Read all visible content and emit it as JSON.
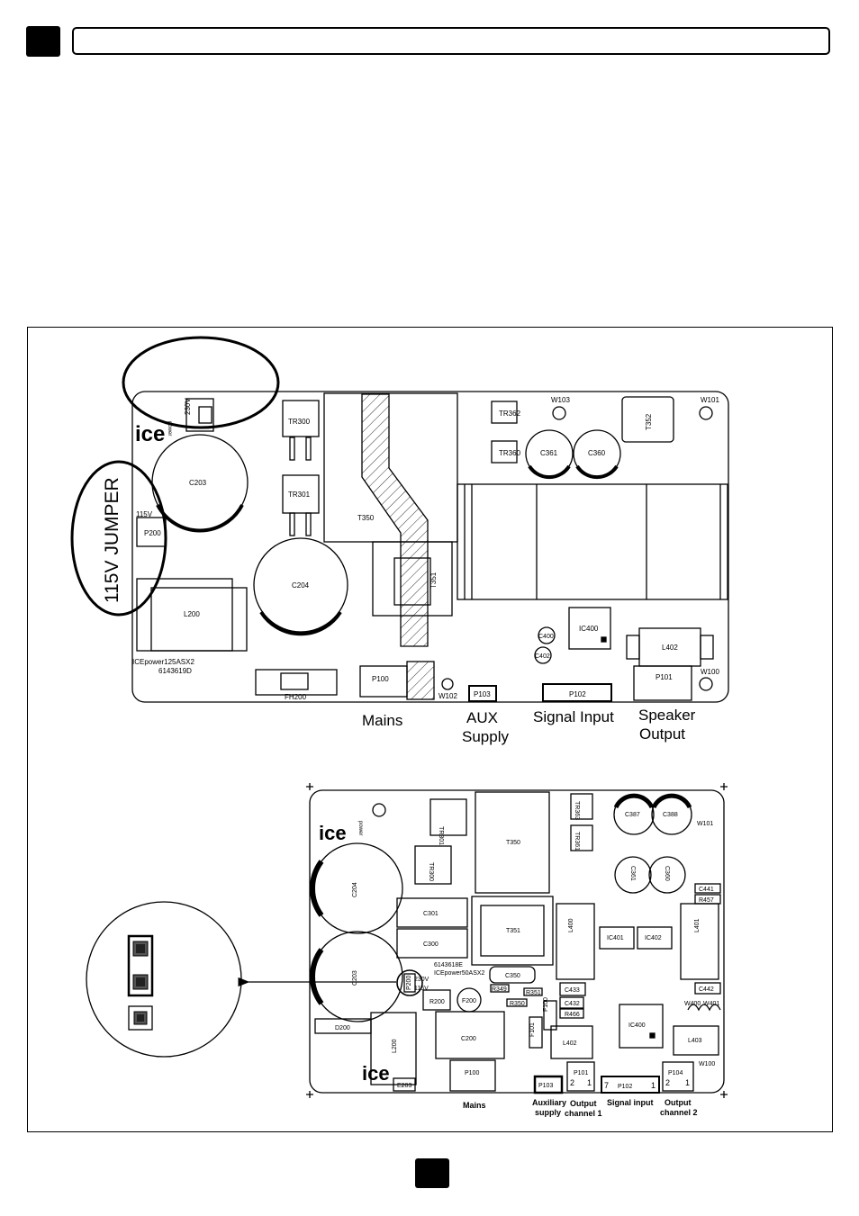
{
  "top_board": {
    "labels": {
      "c203": "C203",
      "tr300": "TR300",
      "tr301": "TR301",
      "t350": "T350",
      "t351": "T351",
      "tr362": "TR362",
      "tr360": "TR360",
      "c361": "C361",
      "c360": "C360",
      "t352": "T352",
      "w103": "W103",
      "w101": "W101",
      "w102": "W102",
      "w100": "W100",
      "p200": "P200",
      "v230": "230V",
      "v115": "115V",
      "c204": "C204",
      "l200": "L200",
      "ic400": "IC400",
      "c400": "C400",
      "c402": "C402",
      "l402": "L402",
      "model": "ICEpower125ASX2",
      "part": "6143619D",
      "fh200": "FH200",
      "p100": "P100",
      "p103": "P103",
      "p102": "P102",
      "p101": "P101"
    },
    "logo": "ice",
    "logo_sub": "power",
    "jumper_callout": "115V JUMPER",
    "connector_labels": {
      "mains": "Mains",
      "aux_line1": "AUX",
      "aux_line2": "Supply",
      "signal": "Signal Input",
      "speaker_line1": "Speaker",
      "speaker_line2": "Output"
    }
  },
  "bottom_board": {
    "labels": {
      "tr301": "TR301",
      "tr300": "TR300",
      "t350": "T350",
      "t351": "T351",
      "tr363": "TR363",
      "tr361": "TR361",
      "c387": "C387",
      "c388": "C388",
      "c361": "C361",
      "c360": "C360",
      "w101": "W101",
      "c441": "C441",
      "r457": "R457",
      "c204": "C204",
      "c203": "C203",
      "c301": "C301",
      "c300": "C300",
      "l400": "L400",
      "l401": "L401",
      "ic401": "IC401",
      "ic402": "IC402",
      "part": "6143618E",
      "model": "ICEpower50ASX2",
      "c350": "C350",
      "v230": "230V",
      "v115": "115V",
      "p200": "P200",
      "r200": "R200",
      "f200": "F200",
      "r349": "R349",
      "r350": "R350",
      "r351": "R351",
      "c433": "C433",
      "c432": "C432",
      "r466": "R466",
      "c442": "C442",
      "w400": "W400",
      "w401": "W401",
      "d200": "D200",
      "l200": "L200",
      "c200": "C200",
      "f100": "F100",
      "f101": "F101",
      "ic400": "IC400",
      "l402": "L402",
      "l403": "L403",
      "e203": "E203",
      "p100": "P100",
      "p103": "P103",
      "p101": "P101",
      "p102": "P102",
      "p104": "P104",
      "w100": "W100",
      "pin2a": "2",
      "pin1a": "1",
      "pin7": "7",
      "pin1b": "1",
      "pin2b": "2",
      "pin1c": "1"
    },
    "logo": "ice",
    "logo_sub": "power",
    "connector_labels": {
      "mains": "Mains",
      "aux_line1": "Auxiliary",
      "aux_line2": "supply",
      "out1_line1": "Output",
      "out1_line2": "channel 1",
      "signal": "Signal input",
      "out2_line1": "Output",
      "out2_line2": "channel 2"
    }
  }
}
